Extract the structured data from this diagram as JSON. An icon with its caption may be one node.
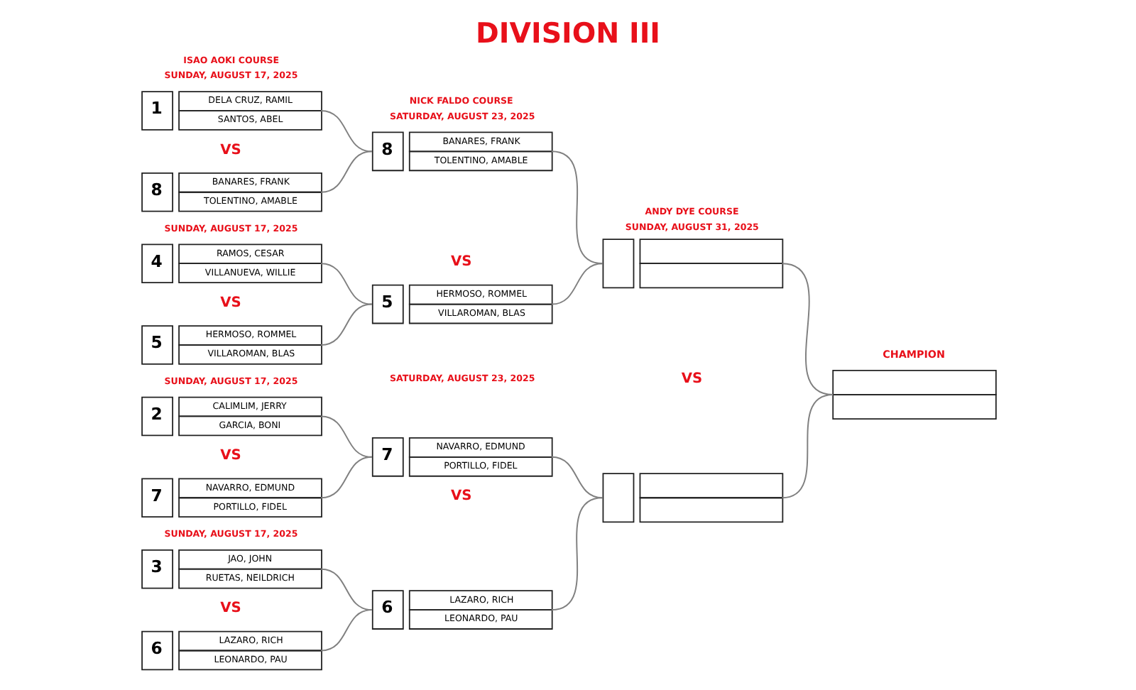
{
  "diagram": {
    "title": "DIVISION III",
    "nodes": [
      {
        "text": [
          "1",
          "DELA CRUZ, RAMIL",
          "SANTOS, ABEL"
        ]
      },
      {
        "text": [
          "8",
          "BANARES, FRANK",
          "TOLENTINO, AMABLE"
        ]
      },
      {
        "text": [
          "4",
          "RAMOS, CESAR",
          "VILLANUEVA, WILLIE"
        ]
      },
      {
        "text": [
          "5",
          "HERMOSO, ROMMEL",
          "VILLAROMAN, BLAS"
        ]
      },
      {
        "text": [
          "2",
          "CALIMLIM, JERRY",
          "GARCIA, BONI"
        ]
      },
      {
        "text": [
          "7",
          "NAVARRO, EDMUND",
          "PORTILLO, FIDEL"
        ]
      },
      {
        "text": [
          "3",
          "JAO, JOHN",
          "RUETAS, NEILDRICH"
        ]
      },
      {
        "text": [
          "6",
          "LAZARO, RICH",
          "LEONARDO, PAU"
        ]
      },
      {
        "text": [
          "8",
          "BANARES, FRANK",
          "TOLENTINO, AMABLE"
        ]
      },
      {
        "text": [
          "5",
          "HERMOSO, ROMMEL",
          "VILLAROMAN, BLAS"
        ]
      },
      {
        "text": [
          "7",
          "NAVARRO, EDMUND",
          "PORTILLO, FIDEL"
        ]
      },
      {
        "text": [
          "6",
          "LAZARO, RICH",
          "LEONARDO, PAU"
        ]
      },
      {
        "text": [],
        "shape": "box"
      },
      {
        "text": [],
        "shape": "box"
      },
      {
        "text": [
          "CHAMPION"
        ]
      }
    ],
    "edges": [
      {
        "from": 0,
        "to": 8,
        "arrow": "none"
      },
      {
        "from": 1,
        "to": 8,
        "arrow": "none"
      },
      {
        "from": 2,
        "to": 9,
        "arrow": "none"
      },
      {
        "from": 3,
        "to": 9,
        "arrow": "none"
      },
      {
        "from": 4,
        "to": 10,
        "arrow": "none"
      },
      {
        "from": 5,
        "to": 10,
        "arrow": "none"
      },
      {
        "from": 6,
        "to": 11,
        "arrow": "none"
      },
      {
        "from": 7,
        "to": 11,
        "arrow": "none"
      },
      {
        "from": 8,
        "to": 12,
        "arrow": "none"
      },
      {
        "from": 9,
        "to": 12,
        "arrow": "none"
      },
      {
        "from": 10,
        "to": 13,
        "arrow": "none"
      },
      {
        "from": 11,
        "to": 13,
        "arrow": "none"
      },
      {
        "from": 12,
        "to": 14,
        "arrow": "none"
      },
      {
        "from": 13,
        "to": 14,
        "arrow": "none"
      }
    ],
    "labels": [
      "ISAO AOKI COURSE",
      "SUNDAY, AUGUST 17, 2025",
      "VS",
      "SUNDAY, AUGUST 17, 2025",
      "VS",
      "SUNDAY, AUGUST 17, 2025",
      "VS",
      "SUNDAY, AUGUST 17, 2025",
      "VS",
      "NICK FALDO COURSE",
      "SATURDAY, AUGUST 23, 2025",
      "VS",
      "SATURDAY, AUGUST 23, 2025",
      "VS",
      "ANDY DYE COURSE",
      "SUNDAY, AUGUST 31, 2025",
      "VS"
    ]
  }
}
